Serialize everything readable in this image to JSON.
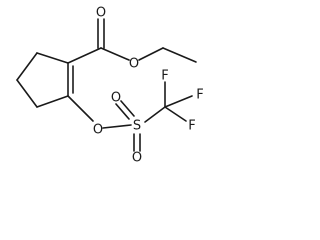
{
  "molecule": {
    "atoms": {
      "carbonyl_o": "O",
      "ester_o": "O",
      "triflate_o": "O",
      "sulfur": "S",
      "sulfonyl_o_left": "O",
      "sulfonyl_o_bottom": "O",
      "fluorine_top": "F",
      "fluorine_right": "F",
      "fluorine_bottom": "F"
    }
  }
}
